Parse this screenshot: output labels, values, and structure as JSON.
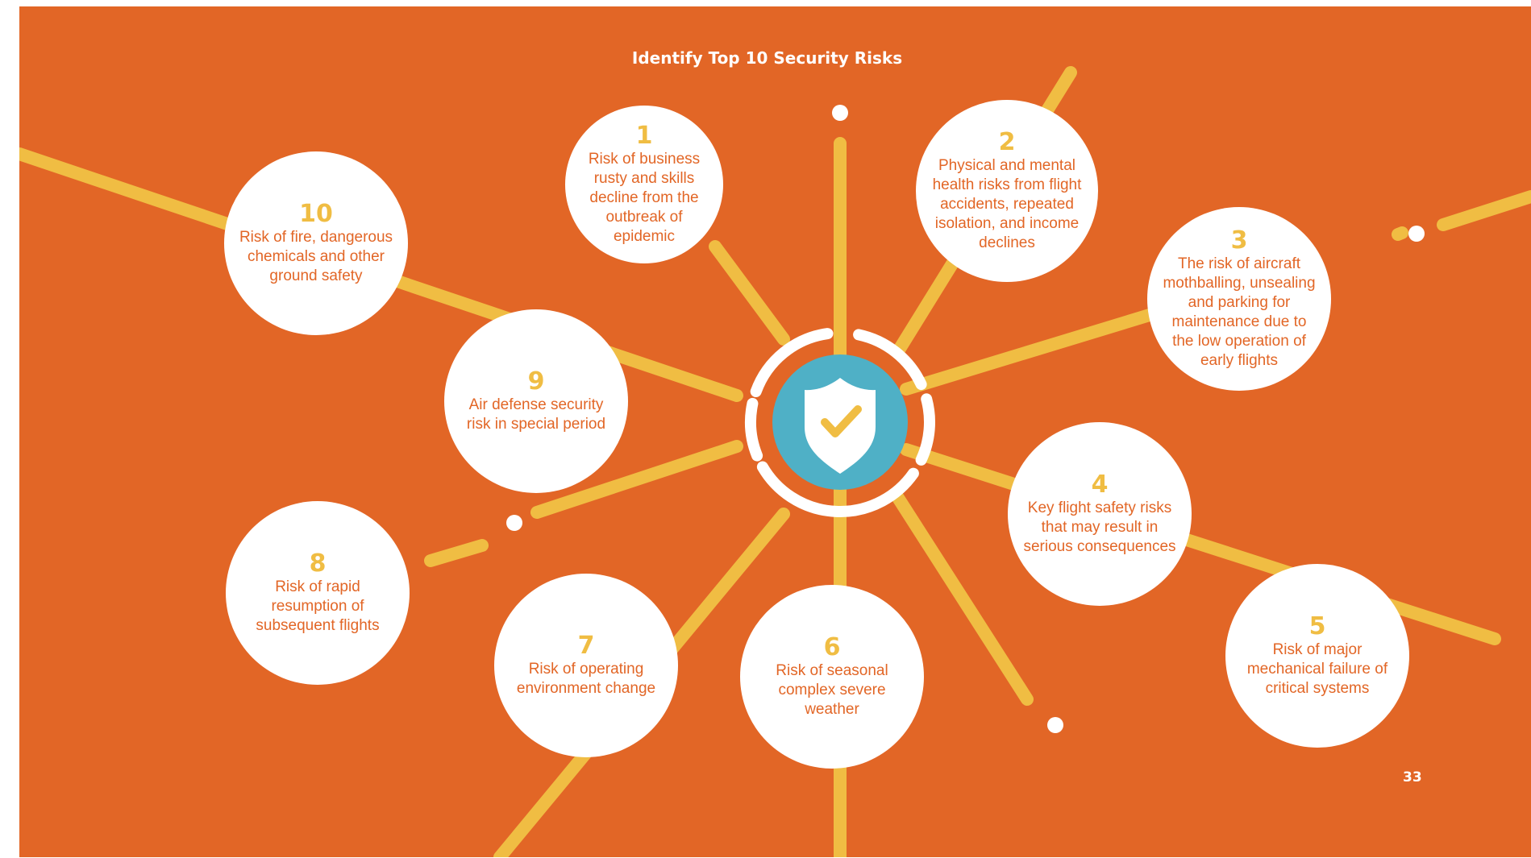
{
  "title": "Identify Top 10 Security Risks",
  "page_number": "33",
  "center_icon": "shield-check-icon",
  "colors": {
    "background": "#E26626",
    "line": "#F0BD43",
    "bubble": "#FFFFFF",
    "bubble_text": "#E26626",
    "number": "#F0BD43",
    "shield_circle": "#4FB0C6",
    "check": "#F0BD43"
  },
  "risks": [
    {
      "number": "1",
      "text": "Risk of business rusty and skills decline from the outbreak of epidemic"
    },
    {
      "number": "2",
      "text": "Physical and mental health risks from flight accidents, repeated isolation, and income declines"
    },
    {
      "number": "3",
      "text": "The risk of aircraft mothballing, unsealing and parking for maintenance due to the low operation of early flights"
    },
    {
      "number": "4",
      "text": "Key flight safety risks that may result in serious consequences"
    },
    {
      "number": "5",
      "text": "Risk of major mechanical failure of critical systems"
    },
    {
      "number": "6",
      "text": "Risk of seasonal complex severe weather"
    },
    {
      "number": "7",
      "text": "Risk of operating environment change"
    },
    {
      "number": "8",
      "text": "Risk of rapid resumption of subsequent flights"
    },
    {
      "number": "9",
      "text": "Air defense security risk in special period"
    },
    {
      "number": "10",
      "text": "Risk of fire, dangerous chemicals and other ground safety"
    }
  ]
}
